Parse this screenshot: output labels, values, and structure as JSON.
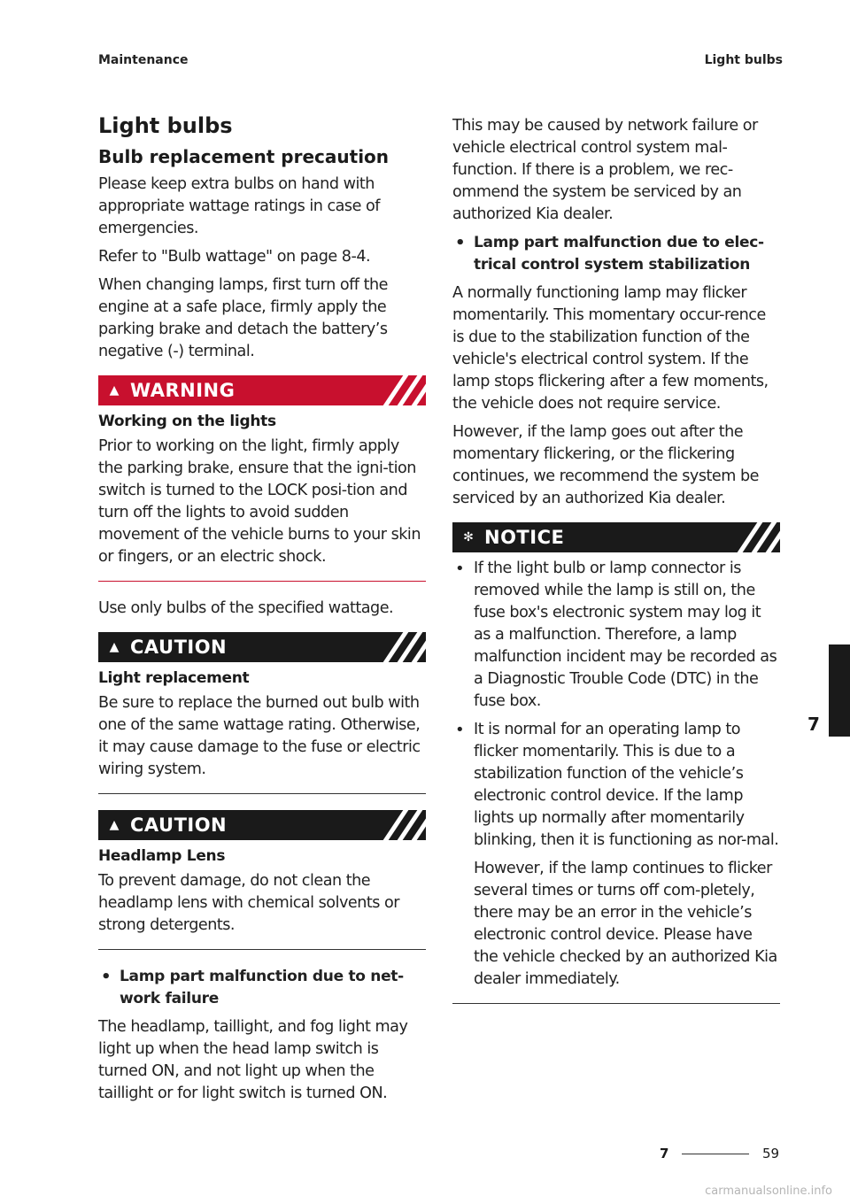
{
  "header": {
    "section": "Maintenance",
    "topic": "Light bulbs"
  },
  "left": {
    "title": "Light bulbs",
    "subtitle": "Bulb replacement precaution",
    "p1": "Please keep extra bulbs on hand with appropriate wattage ratings in case of emergencies.",
    "p2": "Refer to \"Bulb wattage\" on page 8-4.",
    "p3": "When changing lamps, first turn off the engine at a safe place, firmly apply the parking brake and detach the battery’s negative (-) terminal.",
    "warning": {
      "label": "WARNING",
      "heading": "Working on the lights",
      "text": "Prior to working on the light, firmly apply the parking brake, ensure that the igni-tion switch is turned to the LOCK posi-tion and turn off the lights to avoid sudden movement of the vehicle burns to your skin or fingers, or an electric shock."
    },
    "p4": "Use only bulbs of the specified wattage.",
    "caution1": {
      "label": "CAUTION",
      "heading": "Light replacement",
      "text": "Be sure to replace the burned out bulb with one of the same wattage rating. Otherwise, it may cause damage to the fuse or electric wiring system."
    },
    "caution2": {
      "label": "CAUTION",
      "heading": "Headlamp Lens",
      "text": "To prevent damage, do not clean the headlamp lens with chemical solvents or strong detergents."
    },
    "bullet1": "Lamp part malfunction due to net-work failure",
    "p5": "The headlamp, taillight, and fog light may light up when the head lamp switch is turned ON, and not light up when the taillight or for light switch is turned ON."
  },
  "right": {
    "p1": "This may be caused by network failure or vehicle electrical control system mal-function. If there is a problem, we rec-ommend the system be serviced by an authorized Kia dealer.",
    "bullet1": "Lamp part malfunction due to elec-trical control system stabilization",
    "p2": "A normally functioning lamp may flicker momentarily. This momentary occur-rence is due to the stabilization function of the vehicle's electrical control system. If the lamp stops flickering after a few moments, the vehicle does not require service.",
    "p3": "However, if the lamp goes out after the momentary flickering, or the flickering continues, we recommend the system be serviced by an authorized Kia dealer.",
    "notice": {
      "label": "NOTICE",
      "item1": "If the light bulb or lamp connector is removed while the lamp is still on, the fuse box's electronic system may log it as a malfunction. Therefore, a lamp malfunction incident may be recorded as a Diagnostic Trouble Code (DTC) in the fuse box.",
      "item2": "It is normal for an operating lamp to flicker momentarily. This is due to a stabilization function of the vehicle’s electronic control device. If the lamp lights up normally after momentarily blinking, then it is functioning as nor-mal.",
      "item2b": "However, if the lamp continues to flicker several times or turns off com-pletely, there may be an error in the vehicle’s electronic control device. Please have the vehicle checked by an authorized Kia dealer immediately."
    }
  },
  "side_tab": "7",
  "footer": {
    "chapter": "7",
    "page": "59"
  },
  "watermark": "carmanualsonline.info",
  "colors": {
    "warning": "#c8102e",
    "caution": "#1a1a1a",
    "notice": "#1a1a1a"
  },
  "icons": {
    "warning": "warning-triangle-icon",
    "caution": "warning-triangle-icon",
    "notice": "asterisk-icon"
  }
}
